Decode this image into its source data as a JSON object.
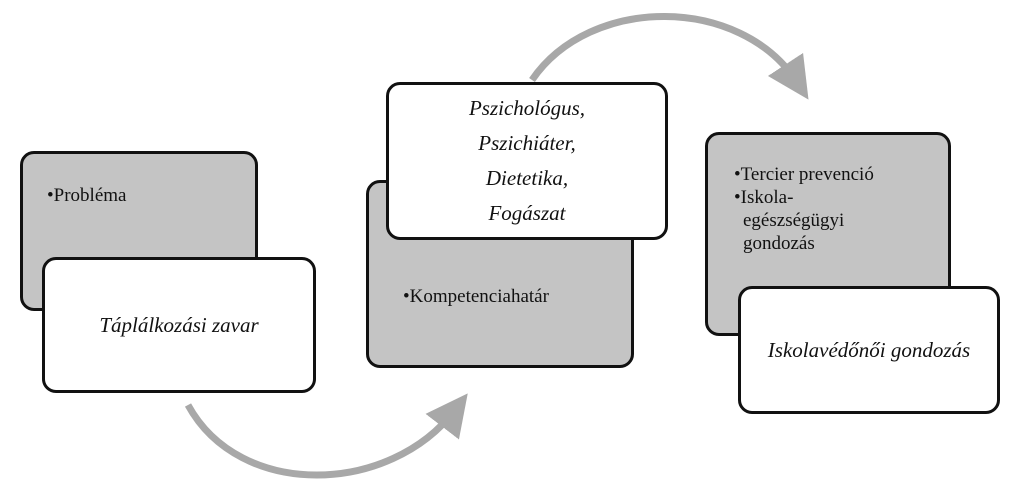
{
  "stages": [
    {
      "back_text": "•Probléma",
      "front_text": "Táplálkozási zavar"
    },
    {
      "back_text": "•Kompetenciahatár",
      "front_lines": [
        "Pszichológus,",
        "Pszichiáter,",
        "Dietetika,",
        "Fogászat"
      ]
    },
    {
      "back_lines": [
        "•Tercier prevenció",
        "•Iskola-",
        "egészségügyi",
        "gondozás"
      ],
      "front_text": "Iskolavédőnői gondozás"
    }
  ],
  "colors": {
    "back_fill": "#c4c4c4",
    "front_fill": "#ffffff",
    "arrow": "#a8a8a8",
    "border": "#111111"
  }
}
